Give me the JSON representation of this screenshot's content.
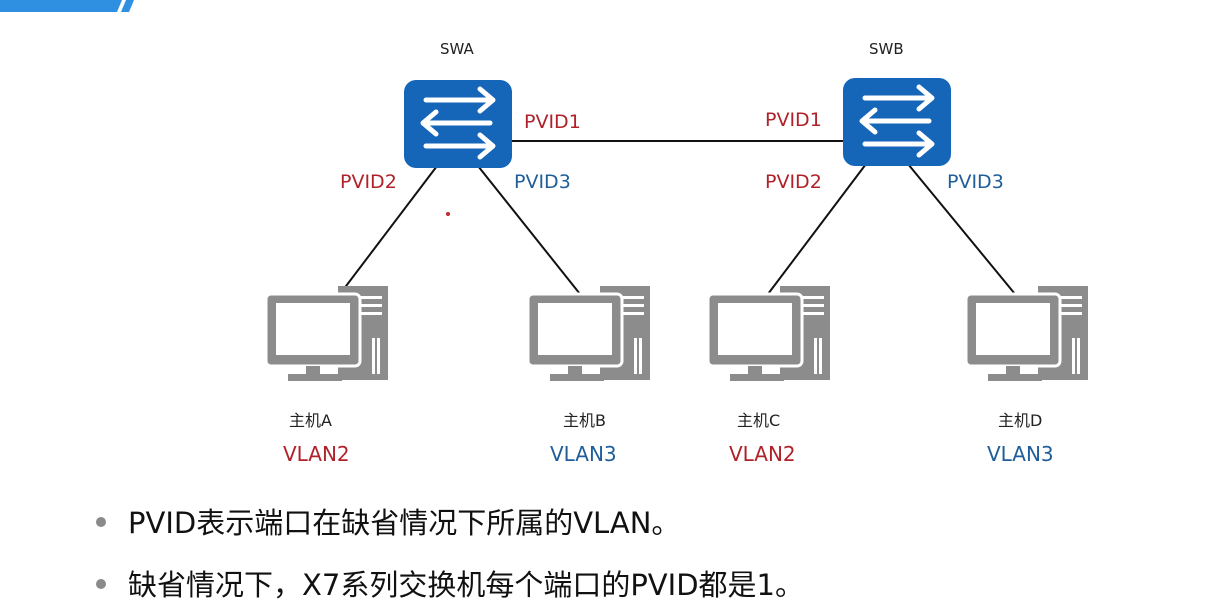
{
  "switches": [
    {
      "label": "SWA"
    },
    {
      "label": "SWB"
    }
  ],
  "ports": {
    "swa_uplink": "PVID1",
    "swb_uplink": "PVID1",
    "swa_left": "PVID2",
    "swa_right": "PVID3",
    "swb_left": "PVID2",
    "swb_right": "PVID3"
  },
  "hosts": [
    {
      "name": "主机A",
      "vlan": "VLAN2"
    },
    {
      "name": "主机B",
      "vlan": "VLAN3"
    },
    {
      "name": "主机C",
      "vlan": "VLAN2"
    },
    {
      "name": "主机D",
      "vlan": "VLAN3"
    }
  ],
  "bullets": [
    "PVID表示端口在缺省情况下所属的VLAN。",
    "缺省情况下，X7系列交换机每个端口的PVID都是1。"
  ],
  "colors": {
    "switch_blue": "#1565b8",
    "pvid_red": "#b0222a",
    "pvid_blue": "#1f5e9a",
    "computer_gray": "#8c8c8c",
    "accent_bar": "#2f8fe0"
  }
}
